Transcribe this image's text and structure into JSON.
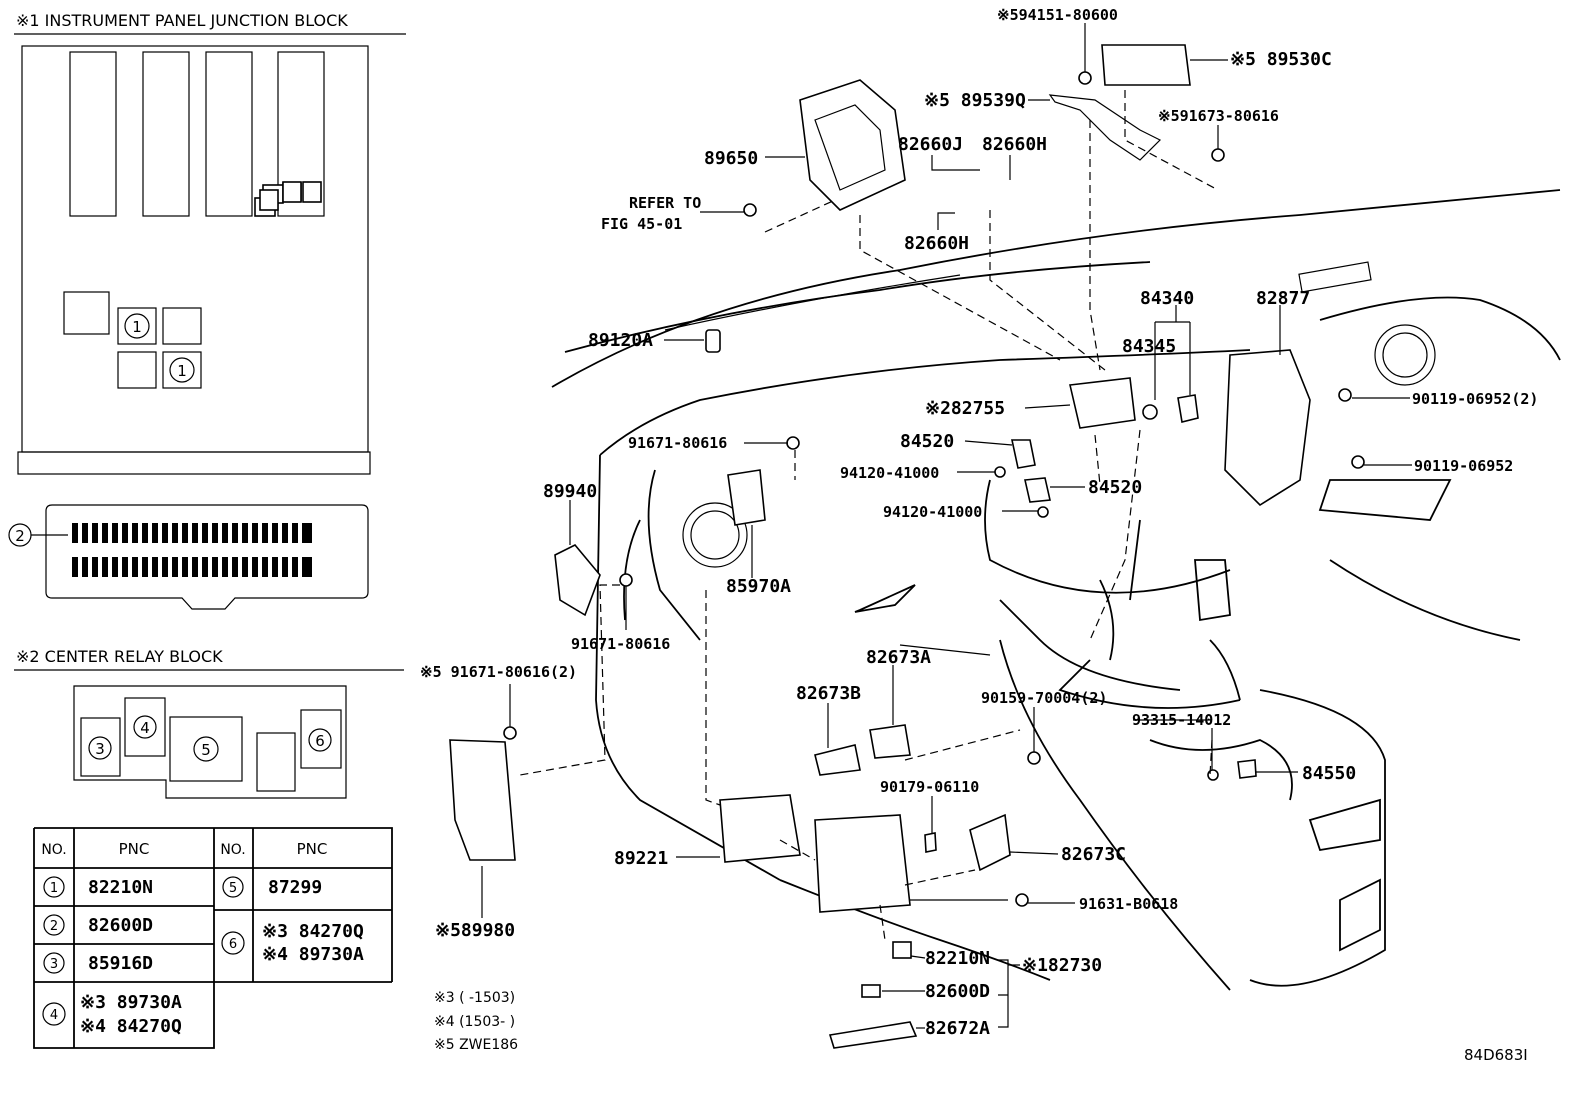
{
  "figure_id": "84D683I",
  "jb": {
    "title": "※1 INSTRUMENT PANEL JUNCTION BLOCK",
    "circle1": "1",
    "circle2": "2"
  },
  "crb": {
    "title": "※2  CENTER RELAY BLOCK",
    "c3": "3",
    "c4": "4",
    "c5": "5",
    "c6": "6"
  },
  "table": {
    "h_no": "NO.",
    "h_pnc": "PNC",
    "h_no2": "NO.",
    "h_pnc2": "PNC",
    "r1_no": "1",
    "r1_pnc": "82210N",
    "r2_no": "2",
    "r2_pnc": "82600D",
    "r3_no": "3",
    "r3_pnc": "85916D",
    "r4_no": "4",
    "r4_pnc_a": "※3 89730A",
    "r4_pnc_b": "※4 84270Q",
    "r5_no": "5",
    "r5_pnc": "87299",
    "r6_no": "6",
    "r6_pnc_a": "※3 84270Q",
    "r6_pnc_b": "※4 89730A"
  },
  "notes": {
    "n3": "※3 (      -1503)",
    "n4": "※4 (1503-      )",
    "n5": "※5 ZWE186"
  },
  "labels": {
    "l94151": "※594151-80600",
    "l89530C": "※5 89530C",
    "l89539Q": "※5 89539Q",
    "l91673": "※591673-80616",
    "l89650": "89650",
    "l82660J": "82660J",
    "l82660H": "82660H",
    "l82660H2": "82660H",
    "refer1": "REFER TO",
    "refer2": "FIG 45-01",
    "l84340": "84340",
    "l82877": "82877",
    "l89120A": "89120A",
    "l84345": "84345",
    "l82755": "※282755",
    "l90119a": "90119-06952(2)",
    "l84520a": "84520",
    "l91671a": "91671-80616",
    "l94120a": "94120-41000",
    "l84520b": "84520",
    "l90119b": "90119-06952",
    "l94120b": "94120-41000",
    "l89940": "89940",
    "l85970A": "85970A",
    "l91671b": "91671-80616",
    "l82673A": "82673A",
    "l91671c": "※5 91671-80616(2)",
    "l82673B": "82673B",
    "l90159": "90159-70004(2)",
    "l93315": "93315-14012",
    "l84550": "84550",
    "l90179": "90179-06110",
    "l89221": "89221",
    "l82673C": "82673C",
    "l91631": "91631-B0618",
    "l89980": "※589980",
    "l82210N": "82210N",
    "l82730": "※182730",
    "l82600D": "82600D",
    "l82672A": "82672A"
  }
}
